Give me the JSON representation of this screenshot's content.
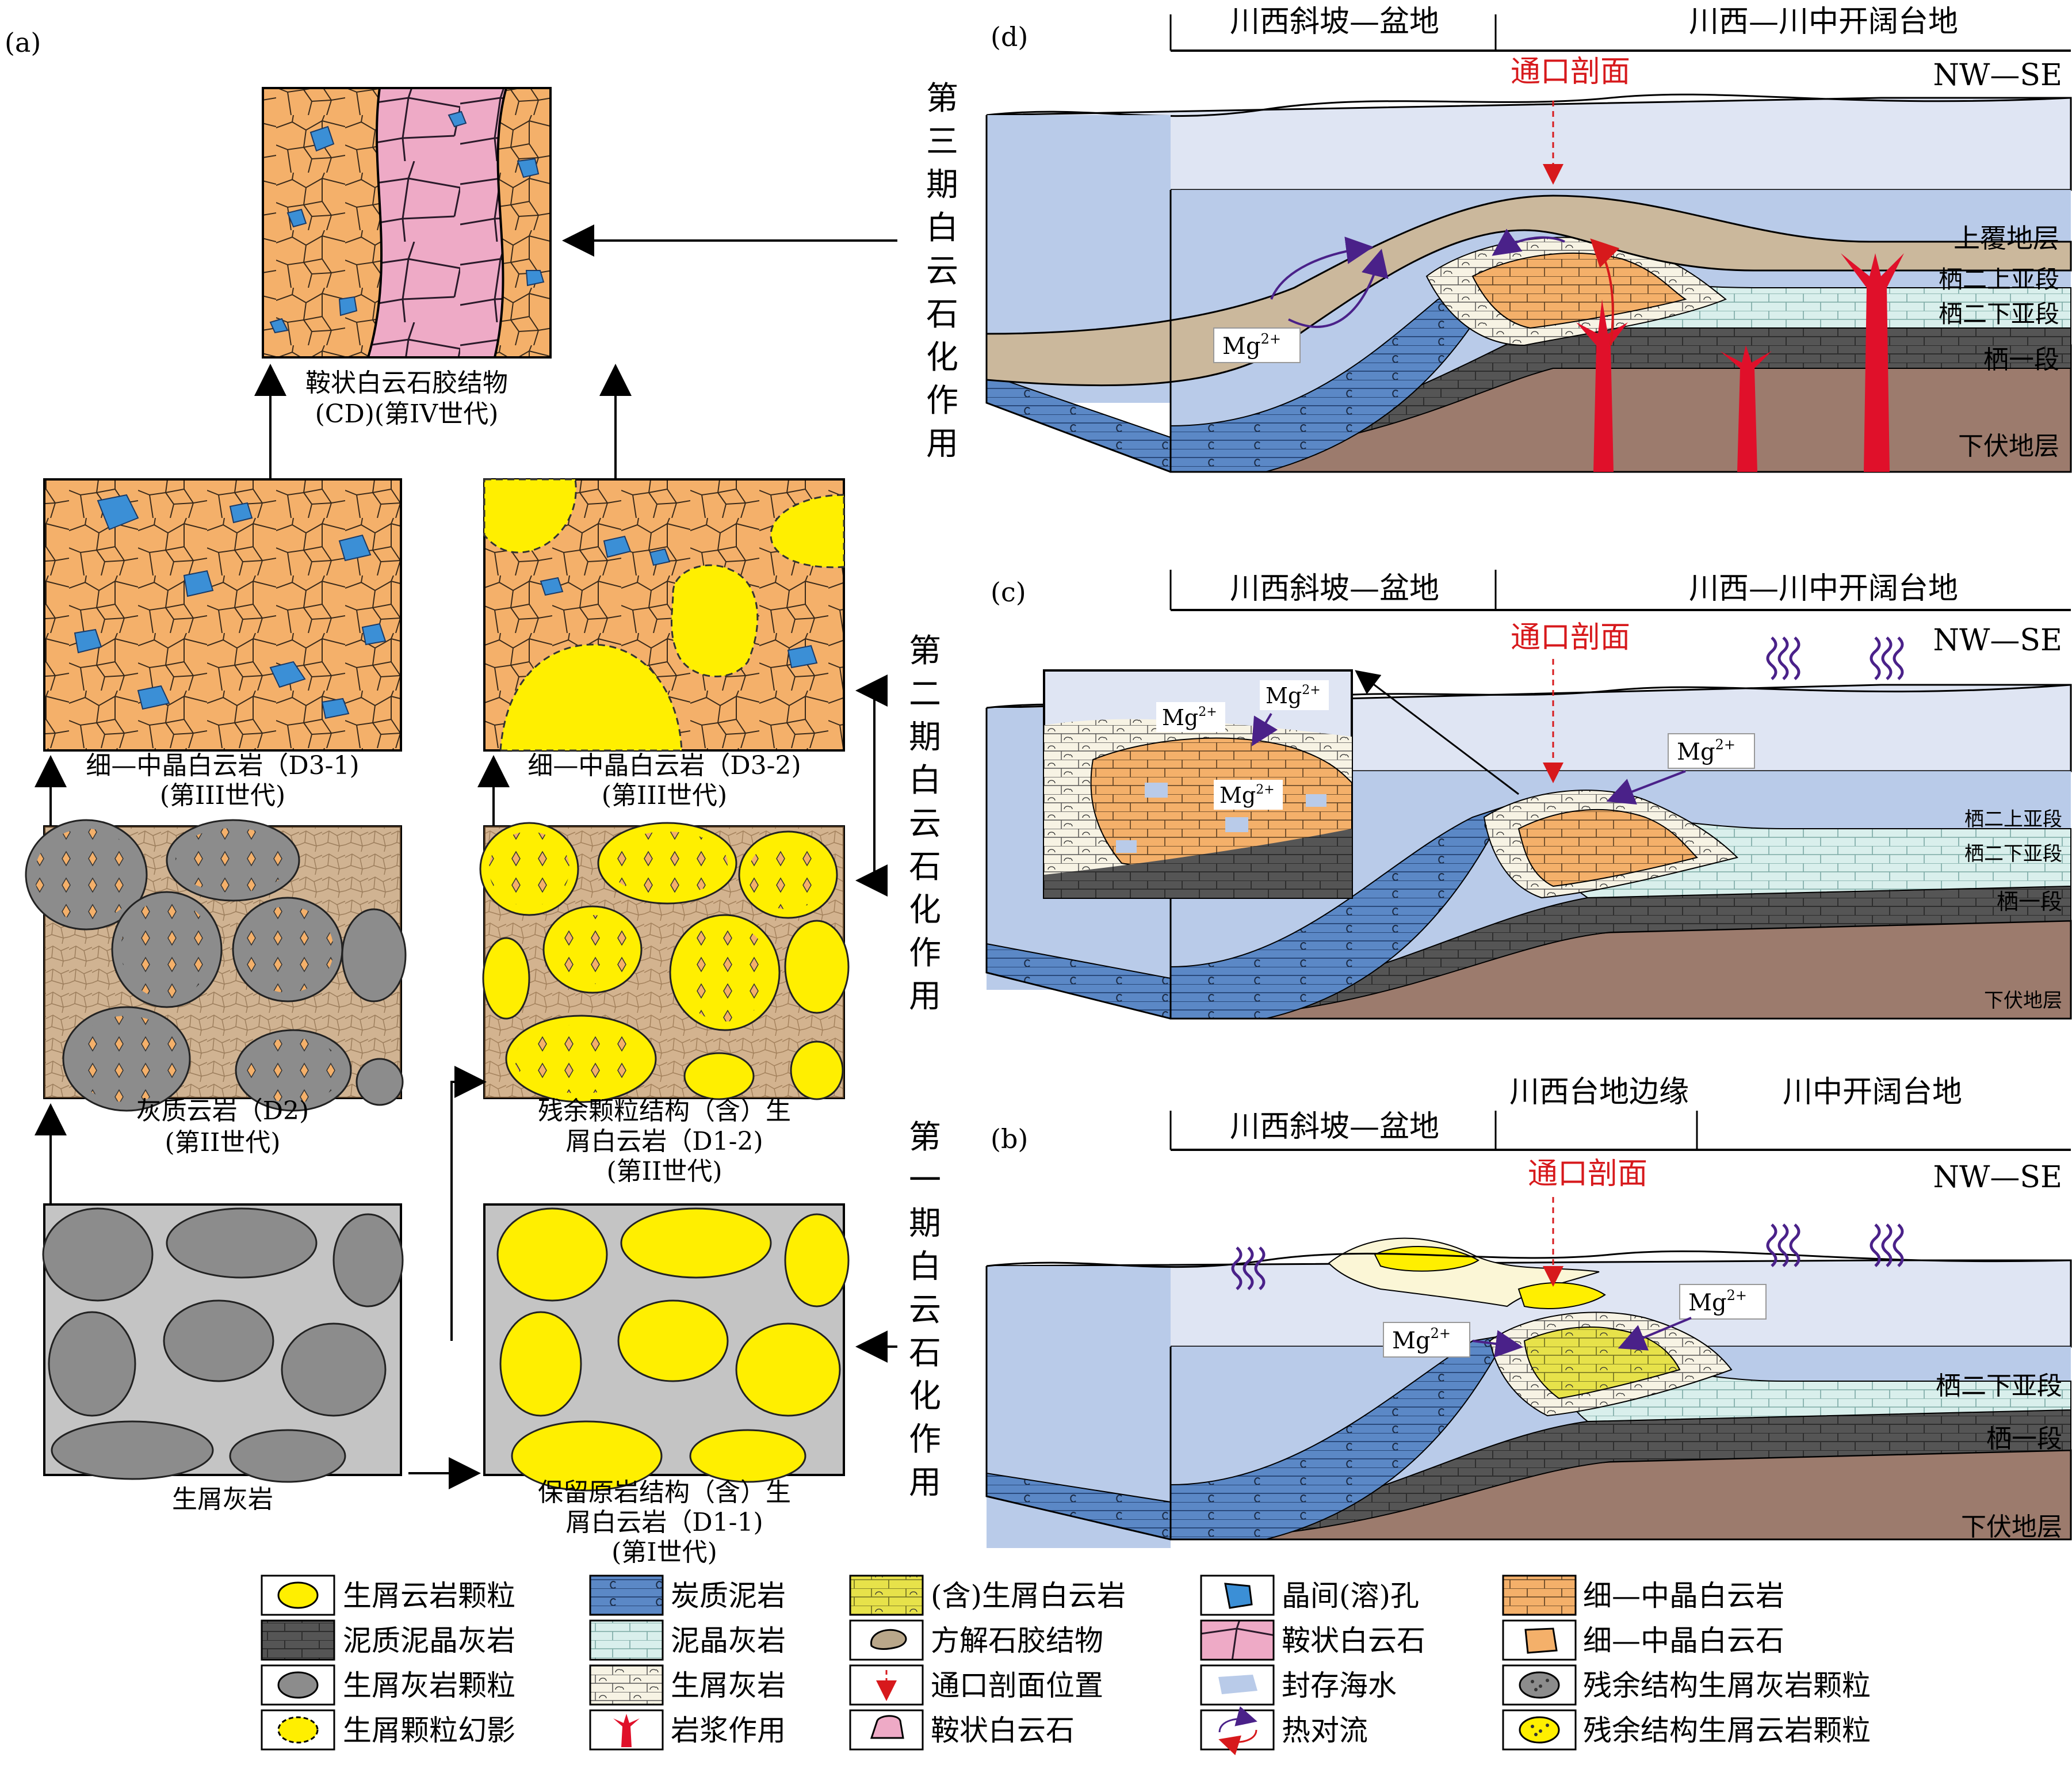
{
  "panel_labels": {
    "a": "(a)",
    "b": "(b)",
    "c": "(c)",
    "d": "(d)"
  },
  "panel_a": {
    "boxes": {
      "cd": [
        "鞍状白云石胶结物",
        "(CD)(第IV世代)"
      ],
      "d31": [
        "细—中晶白云岩（D3-1)",
        "(第III世代)"
      ],
      "d32": [
        "细—中晶白云岩（D3-2)",
        "(第III世代)"
      ],
      "d2": [
        "灰质云岩（D2)",
        "(第II世代)"
      ],
      "d12": [
        "残余颗粒结构（含）生",
        "屑白云岩（D1-2)",
        "(第II世代)"
      ],
      "lime": [
        "生屑灰岩"
      ],
      "d11": [
        "保留原岩结构（含）生",
        "屑白云岩（D1-1)",
        "(第I世代)"
      ]
    },
    "stages": {
      "third": [
        "第",
        "三",
        "期",
        "白",
        "云",
        "石",
        "化",
        "作",
        "用"
      ],
      "second": [
        "第",
        "二",
        "期",
        "白",
        "云",
        "石",
        "化",
        "作",
        "用"
      ],
      "first": [
        "第",
        "一",
        "期",
        "白",
        "云",
        "石",
        "化",
        "作",
        "用"
      ]
    }
  },
  "panel_d": {
    "region_left": "川西斜坡—盆地",
    "region_right": "川西—川中开阔台地",
    "section": "通口剖面",
    "direction": "NW—SE",
    "mg": "Mg",
    "mg_sup": "2+",
    "layers": [
      "上覆地层",
      "栖二上亚段",
      "栖二下亚段",
      "栖一段",
      "下伏地层"
    ]
  },
  "panel_c": {
    "region_left": "川西斜坡—盆地",
    "region_right": "川西—川中开阔台地",
    "section": "通口剖面",
    "direction": "NW—SE",
    "mg": "Mg",
    "mg_sup": "2+",
    "layers": [
      "栖二上亚段",
      "栖二下亚段",
      "栖一段",
      "下伏地层"
    ]
  },
  "panel_b": {
    "region_left": "川西斜坡—盆地",
    "region_mid": "川西台地边缘",
    "region_right": "川中开阔台地",
    "section": "通口剖面",
    "direction": "NW—SE",
    "mg": "Mg",
    "mg_sup": "2+",
    "layers": [
      "栖二下亚段",
      "栖一段",
      "下伏地层"
    ]
  },
  "legend": [
    [
      "生屑云岩颗粒",
      "炭质泥岩",
      "(含)生屑白云岩",
      "晶间(溶)孔",
      "细—中晶白云岩"
    ],
    [
      "泥质泥晶灰岩",
      "泥晶灰岩",
      "方解石胶结物",
      "鞍状白云石",
      "细—中晶白云石"
    ],
    [
      "生屑灰岩颗粒",
      "生屑灰岩",
      "通口剖面位置",
      "封存海水",
      "残余结构生屑灰岩颗粒"
    ],
    [
      "生屑颗粒幻影",
      "岩浆作用",
      "鞍状白云石",
      "热对流",
      "残余结构生屑云岩颗粒"
    ]
  ],
  "colors": {
    "dolomite_orange": "#f4b06a",
    "pore_blue": "#3b8fd6",
    "saddle_pink": "#eeaac6",
    "grain_yellow": "#ffef00",
    "grain_gray": "#8c8c8c",
    "matrix_gray": "#c4c4c4",
    "sea_light": "#dfe5f3",
    "sea_mid": "#b9cbe9",
    "shale_blue": "#5b88c6",
    "marl_dark": "#555555",
    "lime_light": "#d9efec",
    "basement_brown": "#9c7b6d",
    "overburden_tan": "#cbb89c",
    "magma_red": "#e0102a",
    "arrow_purple": "#4a2189",
    "section_red": "#d7191c"
  },
  "icons": [
    "yellow-grain-icon",
    "gray-grain-icon",
    "saddle-dolomite-icon",
    "calcite-cement-icon",
    "pore-icon",
    "magma-icon",
    "section-position-icon",
    "sealed-seawater-icon",
    "thermal-convection-icon"
  ]
}
